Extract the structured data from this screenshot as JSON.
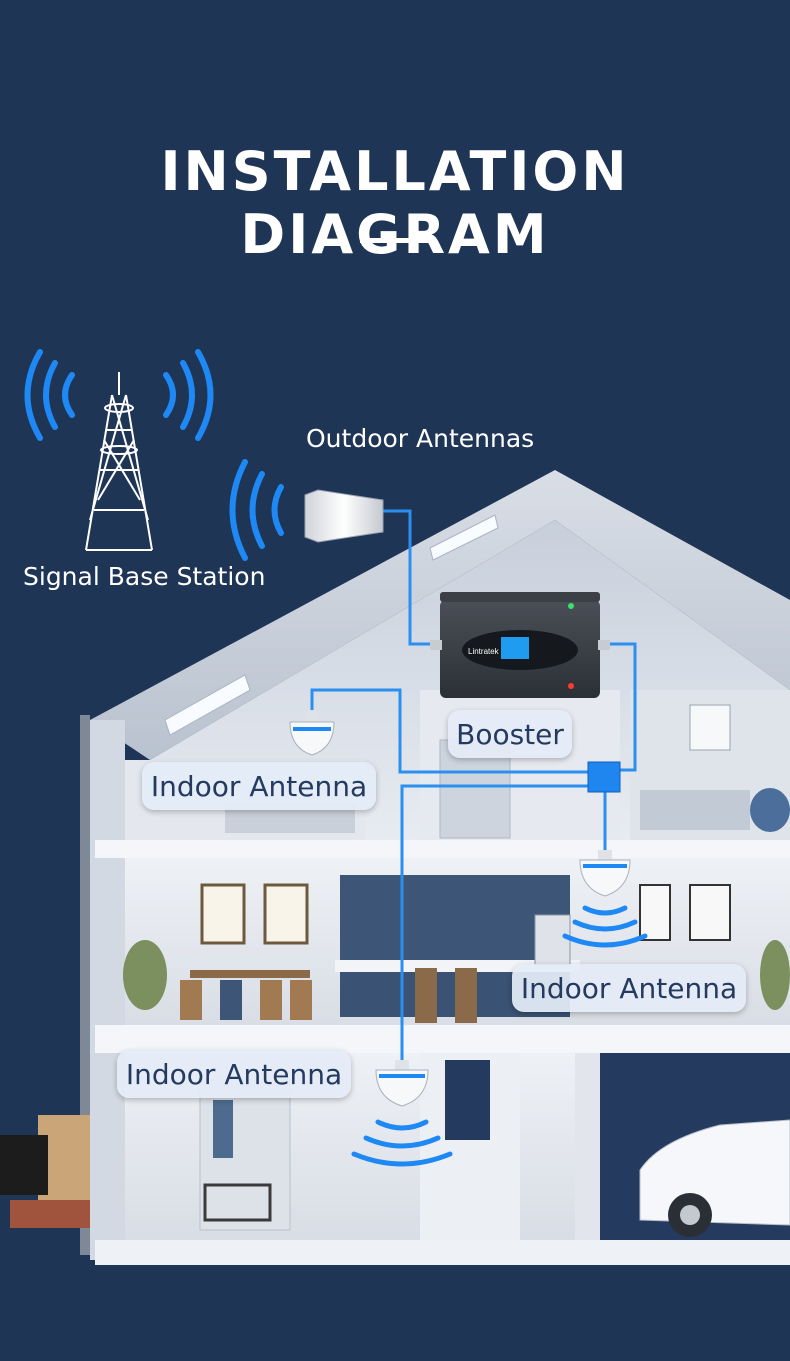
{
  "title": "INSTALLATION DIAGRAM",
  "labels": {
    "base_station": "Signal Base Station",
    "outdoor_antennas": "Outdoor Antennas",
    "booster": "Booster",
    "indoor_antenna_top": "Indoor Antenna",
    "indoor_antenna_right": "Indoor Antenna",
    "indoor_antenna_bottom": "Indoor Antenna"
  },
  "booster_brand": "Lintratek",
  "colors": {
    "background": "#1f3556",
    "cable": "#2b8ff0",
    "signal_waves": "#1e88f5",
    "house_wall": "#e9edf3",
    "pill_text": "#243a5e"
  },
  "icons": [
    "cell-tower-icon",
    "panel-antenna-icon",
    "signal-booster-icon",
    "ceiling-antenna-icon",
    "signal-wave-icon",
    "cable-splitter-icon"
  ]
}
